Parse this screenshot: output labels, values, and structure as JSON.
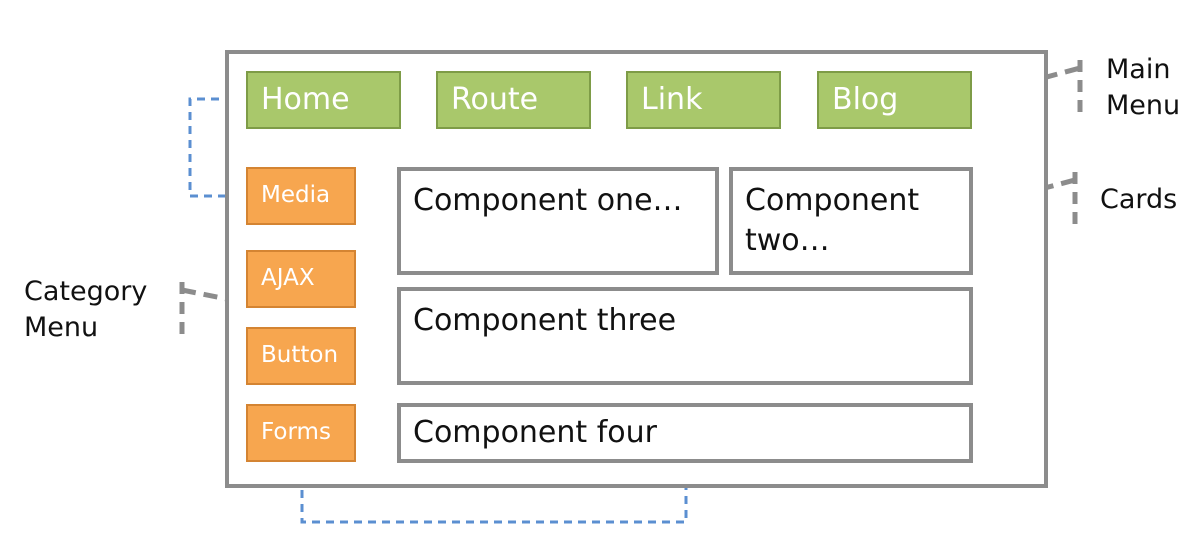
{
  "main_menu": {
    "items": [
      {
        "label": "Home"
      },
      {
        "label": "Route"
      },
      {
        "label": "Link"
      },
      {
        "label": "Blog"
      }
    ]
  },
  "category_menu": {
    "items": [
      {
        "label": "Media"
      },
      {
        "label": "AJAX"
      },
      {
        "label": "Button"
      },
      {
        "label": "Forms"
      }
    ]
  },
  "cards": {
    "one": "Component one…",
    "two": "Component two…",
    "three": "Component three",
    "four": "Component four"
  },
  "annotations": {
    "main_menu_line1": "Main",
    "main_menu_line2": "Menu",
    "cards": "Cards",
    "category_menu_line1": "Category",
    "category_menu_line2": "Menu"
  },
  "colors": {
    "main_menu": "#a9c86b",
    "category_menu": "#f7a64f",
    "frame": "#8c8c8c",
    "link_line": "#5b8fd1"
  }
}
